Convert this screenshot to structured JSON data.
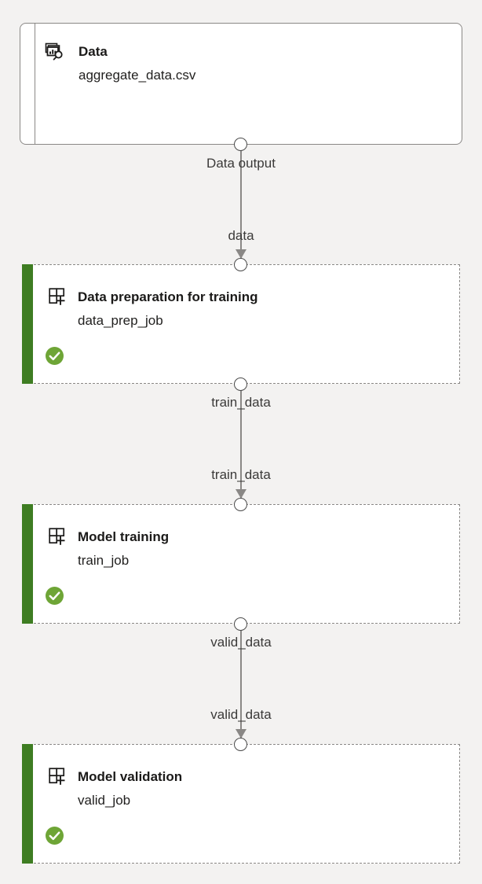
{
  "canvas": {
    "background_color": "#f3f2f1",
    "node_border_color": "#8a8886",
    "accent_green": "#3e7d22",
    "status_green": "#6ea536",
    "edge_color": "#8a8886"
  },
  "nodes": [
    {
      "id": "data-asset",
      "type": "asset",
      "icon": "data-asset-icon",
      "title": "Data",
      "subtitle": "aggregate_data.csv",
      "status": null,
      "output_port_label": "Data output"
    },
    {
      "id": "data-prep-job",
      "type": "job",
      "icon": "job-grid-plus-icon",
      "title": "Data preparation for training",
      "subtitle": "data_prep_job",
      "status": "completed",
      "status_icon": "check-circle-icon",
      "output_port_label": "train_data"
    },
    {
      "id": "train-job",
      "type": "job",
      "icon": "job-grid-plus-icon",
      "title": "Model training",
      "subtitle": "train_job",
      "status": "completed",
      "status_icon": "check-circle-icon",
      "output_port_label": "valid_data"
    },
    {
      "id": "valid-job",
      "type": "job",
      "icon": "job-grid-plus-icon",
      "title": "Model validation",
      "subtitle": "valid_job",
      "status": "completed",
      "status_icon": "check-circle-icon",
      "output_port_label": null
    }
  ],
  "edges": [
    {
      "id": "edge-1",
      "from": "data-asset",
      "to": "data-prep-job",
      "source_label": "Data output",
      "target_label": "data"
    },
    {
      "id": "edge-2",
      "from": "data-prep-job",
      "to": "train-job",
      "source_label": "train_data",
      "target_label": "train_data"
    },
    {
      "id": "edge-3",
      "from": "train-job",
      "to": "valid-job",
      "source_label": "valid_data",
      "target_label": "valid_data"
    }
  ]
}
